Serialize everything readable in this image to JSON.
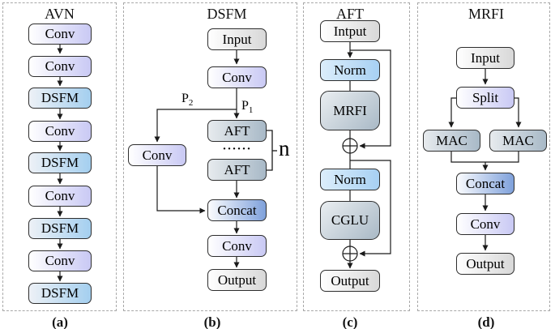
{
  "panels": {
    "a": {
      "title": "AVN",
      "caption": "(a)",
      "boxes": [
        "Conv",
        "Conv",
        "DSFM",
        "Conv",
        "DSFM",
        "Conv",
        "DSFM",
        "Conv",
        "DSFM"
      ]
    },
    "b": {
      "title": "DSFM",
      "caption": "(b)",
      "boxes": [
        "Input",
        "Conv",
        "AFT",
        "AFT",
        "Concat",
        "Conv",
        "Output"
      ],
      "side_box": "Conv",
      "dots": "······",
      "p1": "P",
      "p1_sub": "1",
      "p2": "P",
      "p2_sub": "2",
      "repeat_label": "n"
    },
    "c": {
      "title": "AFT",
      "caption": "(c)",
      "boxes": [
        "Intput",
        "Norm",
        "MRFI",
        "Norm",
        "CGLU",
        "Output"
      ],
      "sum_icon": "circle-plus"
    },
    "d": {
      "title": "MRFI",
      "caption": "(d)",
      "boxes": [
        "Input",
        "Split",
        "MAC",
        "MAC",
        "Concat",
        "Conv",
        "Output"
      ]
    }
  },
  "colors": {
    "conv_fill": "#c9c9f4",
    "dsfm_fill": "#a4cfef",
    "module_fill": "#a8b9c7",
    "concat_fill": "#7fa1db",
    "norm_fill": "#a7d0f3",
    "io_fill": "#d8d8d8",
    "line": "#1a1a1a",
    "panel_border": "#a8a8a8"
  }
}
